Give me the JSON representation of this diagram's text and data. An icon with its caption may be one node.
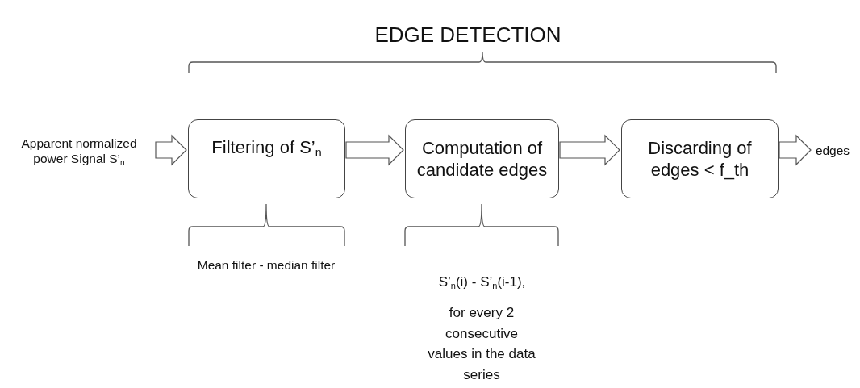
{
  "diagram": {
    "title": "EDGE DETECTION",
    "nodes": [
      {
        "text": [
          "Apparent normalized power Signal S’$_{n}$"
        ]
      },
      {
        "text": [
          "Filtering of S’$_{n}$"
        ]
      },
      {
        "text": [
          "Computation of candidate edges"
        ]
      },
      {
        "text": [
          "Discarding of edges < f_th"
        ]
      },
      {
        "text": [
          "edges"
        ]
      }
    ],
    "edges": [
      {
        "from": 0,
        "to": 1,
        "arrow": "to"
      },
      {
        "from": 1,
        "to": 2,
        "arrow": "to"
      },
      {
        "from": 2,
        "to": 3,
        "arrow": "to"
      },
      {
        "from": 3,
        "to": 4,
        "arrow": "to"
      }
    ],
    "labels": [
      "Mean filter - median filter",
      "S’$_{n}$(i) - S’$_{n}$(i-1),",
      "for every 2 consecutive values in the data series"
    ]
  }
}
